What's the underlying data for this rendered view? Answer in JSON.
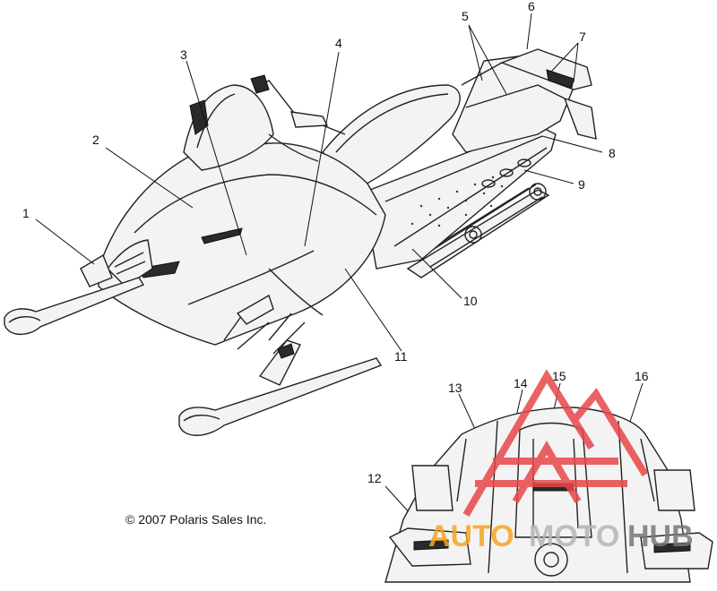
{
  "callouts": [
    {
      "id": "1",
      "label": "1"
    },
    {
      "id": "2",
      "label": "2"
    },
    {
      "id": "3",
      "label": "3"
    },
    {
      "id": "4",
      "label": "4"
    },
    {
      "id": "5",
      "label": "5"
    },
    {
      "id": "6",
      "label": "6"
    },
    {
      "id": "7",
      "label": "7"
    },
    {
      "id": "8",
      "label": "8"
    },
    {
      "id": "9",
      "label": "9"
    },
    {
      "id": "10",
      "label": "10"
    },
    {
      "id": "11",
      "label": "11"
    },
    {
      "id": "12",
      "label": "12"
    },
    {
      "id": "13",
      "label": "13"
    },
    {
      "id": "14",
      "label": "14"
    },
    {
      "id": "15",
      "label": "15"
    },
    {
      "id": "16",
      "label": "16"
    }
  ],
  "copyright": "© 2007 Polaris Sales Inc.",
  "watermark": {
    "text_orange": "AUTO",
    "text_gray": "MOTO",
    "text_dark": "HUB",
    "colors": {
      "red": "#e8474a",
      "orange": "#f5a623",
      "gray": "#b5b5b5"
    }
  }
}
